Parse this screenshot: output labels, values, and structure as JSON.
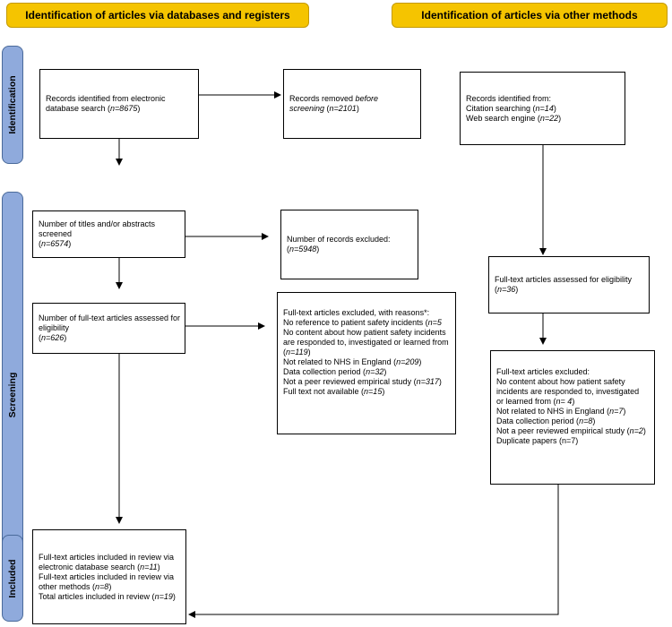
{
  "headers": {
    "left": "Identification of articles via databases and registers",
    "right": "Identification of articles via other methods"
  },
  "phases": {
    "identification": "Identification",
    "screening": "Screening",
    "included": "Included"
  },
  "boxes": {
    "db_records": {
      "lines": [
        {
          "text": "Records identified from electronic"
        },
        {
          "text": "database search (",
          "n": "n=8675",
          "after": ")"
        }
      ]
    },
    "removed": {
      "lines": [
        {
          "text": "Records removed ",
          "n": "before",
          "after": ""
        },
        {
          "text": "",
          "n": "screening",
          "after": " (",
          "n2": "n=2101",
          "after2": ")"
        }
      ]
    },
    "other_records": {
      "lines": [
        {
          "text": "Records identified from:"
        },
        {
          "text": "Citation searching (",
          "n": "n=14",
          "after": ")"
        },
        {
          "text": "Web search engine (",
          "n": "n=22",
          "after": ")"
        }
      ]
    },
    "titles_screened": {
      "lines": [
        {
          "text": "Number of titles and/or abstracts"
        },
        {
          "text": "screened"
        },
        {
          "text": "(",
          "n": "n=6574",
          "after": ")"
        }
      ]
    },
    "records_excluded": {
      "lines": [
        {
          "text": "Number of records excluded:"
        },
        {
          "text": "(",
          "n": "n=5948",
          "after": ")"
        }
      ]
    },
    "other_fulltext": {
      "lines": [
        {
          "text": "Full-text articles assessed for eligibility"
        },
        {
          "text": "(",
          "n": "n=36",
          "after": ")"
        }
      ]
    },
    "db_fulltext": {
      "lines": [
        {
          "text": "Number of full-text articles assessed for"
        },
        {
          "text": "eligibility"
        },
        {
          "text": "(",
          "n": "n=626",
          "after": ")"
        }
      ]
    },
    "db_excluded": {
      "lines": [
        {
          "text": "Full-text articles excluded, with reasons*:"
        },
        {
          "text": "No reference to patient safety incidents (",
          "n": "n=5",
          "after": ""
        },
        {
          "text": "No content about how patient safety incidents"
        },
        {
          "text": "are responded to, investigated or learned from"
        },
        {
          "text": "(",
          "n": "n=119",
          "after": ")"
        },
        {
          "text": "Not related to NHS in England (",
          "n": "n=209",
          "after": ")"
        },
        {
          "text": "Data collection period (",
          "n": "n=32",
          "after": ")"
        },
        {
          "text": "Not a peer reviewed empirical study (",
          "n": "n=317",
          "after": ")"
        },
        {
          "text": "Full text not available (",
          "n": "n=15",
          "after": ")"
        }
      ]
    },
    "other_excluded": {
      "lines": [
        {
          "text": "Full-text articles excluded:"
        },
        {
          "text": "No content about how patient safety"
        },
        {
          "text": "incidents are responded to, investigated"
        },
        {
          "text": "or learned from (",
          "n": "n= 4",
          "after": ")"
        },
        {
          "text": "Not related to NHS in England (",
          "n": "n=7",
          "after": ")"
        },
        {
          "text": "Data collection period (",
          "n": "n=8",
          "after": ")"
        },
        {
          "text": "Not a peer reviewed empirical study (",
          "n": "n=2",
          "after": ")"
        },
        {
          "text": "Duplicate papers (n=7)"
        }
      ]
    },
    "included": {
      "lines": [
        {
          "text": "Full-text articles included in review via"
        },
        {
          "text": "electronic database search (",
          "n": "n=11",
          "after": ")"
        },
        {
          "text": "Full-text articles included in review via"
        },
        {
          "text": "other methods (",
          "n": "n=8",
          "after": ")"
        },
        {
          "text": "Total articles included in review (",
          "n": "n=19",
          "after": ")"
        }
      ]
    }
  }
}
